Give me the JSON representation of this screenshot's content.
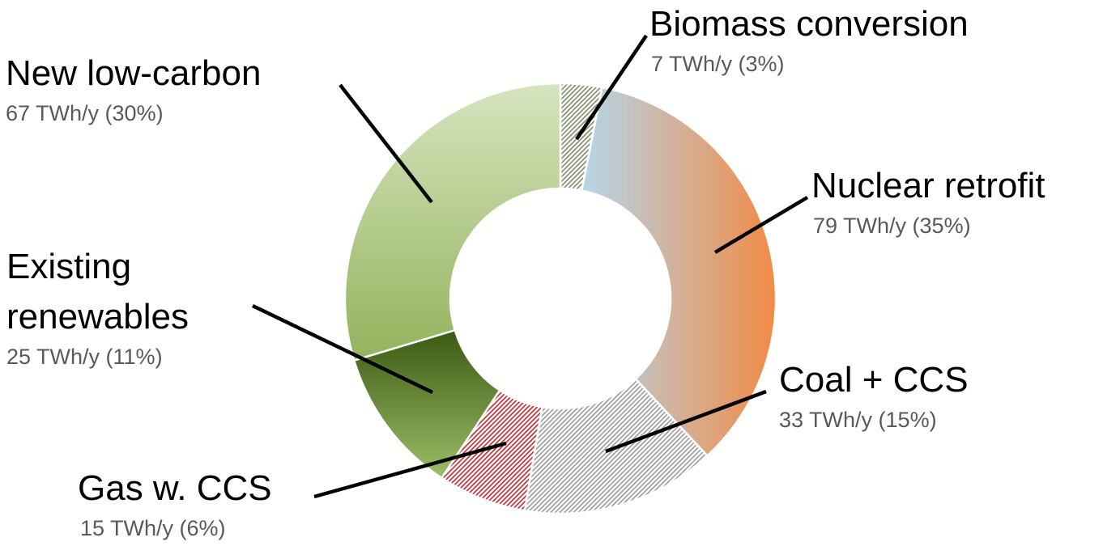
{
  "chart_data": {
    "type": "pie",
    "variant": "donut",
    "title": "",
    "legend": "none",
    "unit": "TWh/y",
    "slices": [
      {
        "label": "Biomass conversion",
        "value_label": "7 TWh/y (3%)",
        "value": 7,
        "percent": 3,
        "fill": "hatch",
        "colors": [
          "#7f8a6a",
          "#ffffff"
        ]
      },
      {
        "label": "Nuclear retrofit",
        "value_label": "79 TWh/y (35%)",
        "value": 79,
        "percent": 35,
        "fill": "gradient",
        "colors": [
          "#b4d7ea",
          "#f28a45"
        ]
      },
      {
        "label": "Coal + CCS",
        "value_label": "33 TWh/y (15%)",
        "value": 33,
        "percent": 15,
        "fill": "hatch",
        "colors": [
          "#9a9a9a",
          "#ffffff"
        ]
      },
      {
        "label": "Gas w. CCS",
        "value_label": "15 TWh/y (6%)",
        "value": 15,
        "percent": 6,
        "fill": "hatch",
        "colors": [
          "#c0282d",
          "#ffffff"
        ]
      },
      {
        "label": "Existing renewables",
        "value_label": "25 TWh/y (11%)",
        "value": 25,
        "percent": 11,
        "fill": "gradient",
        "colors": [
          "#3a5a12",
          "#9cbd68"
        ]
      },
      {
        "label": "New low-carbon",
        "value_label": "67 TWh/y (30%)",
        "value": 67,
        "percent": 30,
        "fill": "gradient",
        "colors": [
          "#d6e4bf",
          "#93b35c"
        ]
      }
    ]
  }
}
